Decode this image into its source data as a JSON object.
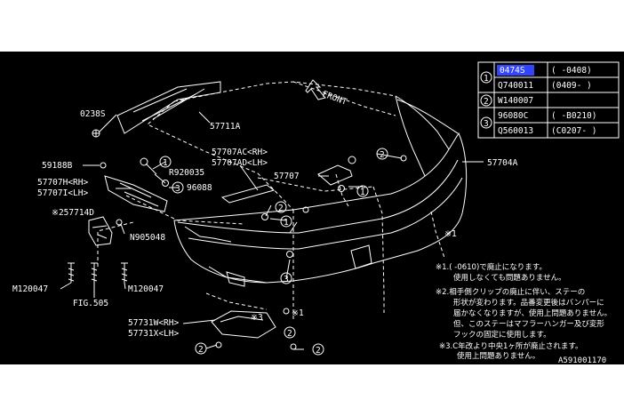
{
  "colors": {
    "background": "#000000",
    "line": "#ffffff",
    "highlight": "#3344ff",
    "page": "#ffffff"
  },
  "direction_label": "FRONT",
  "parts": {
    "p0238S": "0238S",
    "p57711A": "57711A",
    "p59188B": "59188B",
    "p57707H": "57707H<RH>",
    "p57707I": "57707I<LH>",
    "p257714D": "※257714D",
    "pM120047_left": "M120047",
    "pM120047_right": "M120047",
    "pFIG505": "FIG.505",
    "pR920035": "R920035",
    "p96088": "96088",
    "pN905048": "N905048",
    "p57707AC": "57707AC<RH>",
    "p57707AD": "57707AD<LH>",
    "p57707": "57707",
    "p57704A": "57704A",
    "p57731W": "57731W<RH>",
    "p57731X": "57731X<LH>"
  },
  "markers": {
    "m1a": "1",
    "m1b": "1",
    "m1c": "1",
    "m2a": "2",
    "m2b": "2",
    "m2c": "2",
    "m2d": "2",
    "m2e": "2",
    "m3a": "3",
    "m3b": "3",
    "note_x1_right": "※1",
    "note_x1_bottom": "※1",
    "note_x3": "※3"
  },
  "legend": {
    "rows": [
      {
        "circle": "1",
        "part": "0474S",
        "range": "(    -0408)",
        "highlight": true
      },
      {
        "circle": "",
        "part": "Q740011",
        "range": "(0409-    )",
        "highlight": false
      },
      {
        "circle": "2",
        "part": "W140007",
        "range": "",
        "highlight": false
      },
      {
        "circle": "3",
        "part": "96080C",
        "range": "(    -B0210)",
        "highlight": false
      },
      {
        "circle": "",
        "part": "Q560013",
        "range": "(C0207-   )",
        "highlight": false
      }
    ]
  },
  "notes": {
    "n1_l1": "※1.(     -0610)で廃止になります。",
    "n1_l2": "使用しなくても問題ありません。",
    "n2_l1": "※2.相手側クリップの廃止に伴い、ステーの",
    "n2_l2": "形状が変わります。品番変更後はバンパーに",
    "n2_l3": "届かなくなりますが、使用上問題ありません。",
    "n2_l4": "但、このステーはマフラーハンガー及び変形",
    "n2_l5": "フックの固定に使用します。",
    "n3_l1": "※3.C年改より中央1ヶ所が廃止されます。",
    "n3_l2": "使用上問題ありません。"
  },
  "footer_code": "A591001170"
}
